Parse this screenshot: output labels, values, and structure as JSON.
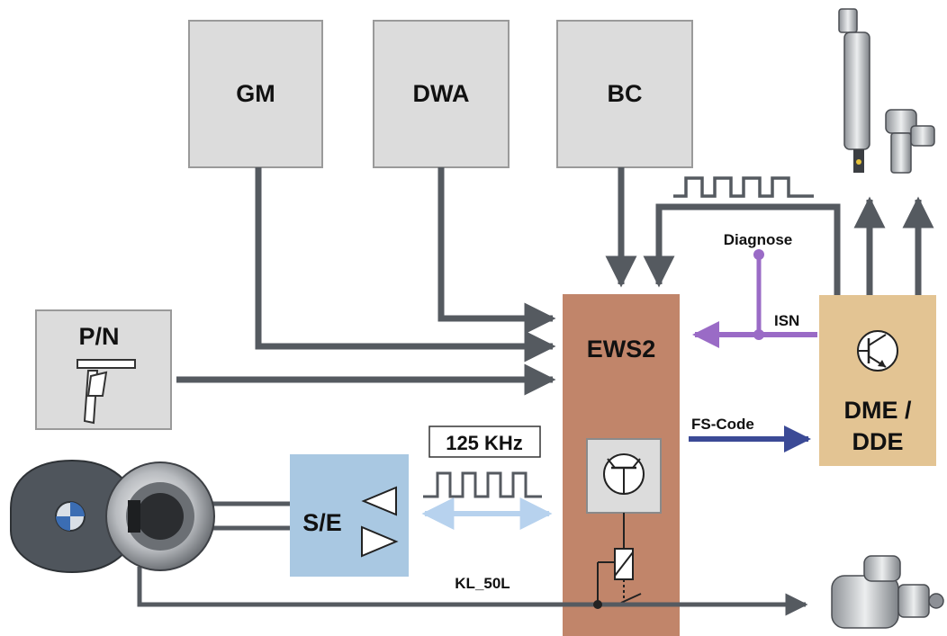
{
  "modules": {
    "gm": "GM",
    "dwa": "DWA",
    "bc": "BC",
    "pn": "P/N",
    "ews2": "EWS2",
    "se": "S/E",
    "dme_line1": "DME /",
    "dme_line2": "DDE"
  },
  "signals": {
    "frequency": "125 KHz",
    "diagnose": "Diagnose",
    "isn": "ISN",
    "fs_code": "FS-Code",
    "kl50l": "KL_50L"
  },
  "colors": {
    "module_gray": "#dcdcdc",
    "ews2_fill": "#c1856a",
    "se_fill": "#a9c8e2",
    "dme_fill": "#e3c493",
    "line_dark": "#555a60",
    "diagnose_purple": "#9a6bc6",
    "fs_code_blue": "#3b4a96",
    "rf_link_light_blue": "#b7d2ee"
  },
  "icons": [
    "car-key-icon",
    "ignition-lock-icon",
    "injector-icon",
    "glow-plug-icon",
    "starter-motor-icon",
    "transistor-icon",
    "relay-icon",
    "selector-lever-icon",
    "square-wave-icon"
  ]
}
